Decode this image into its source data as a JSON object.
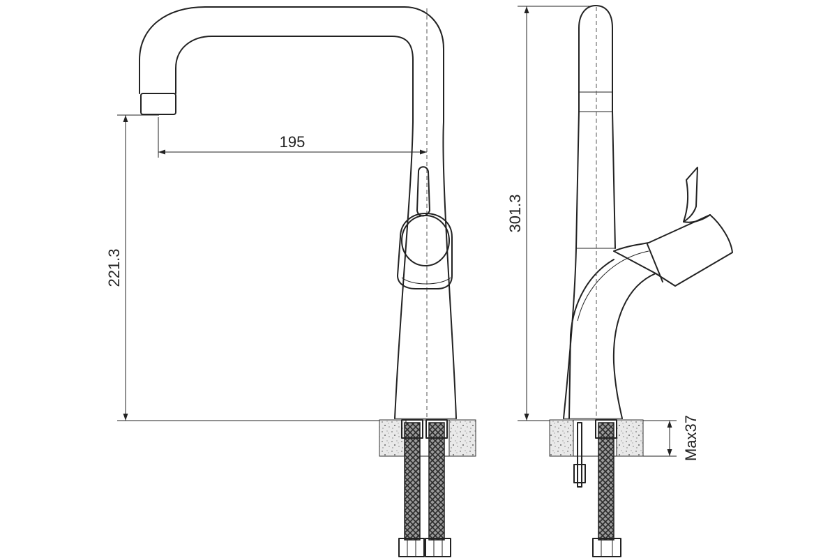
{
  "dimensions": {
    "spout_reach": "195",
    "spout_height": "221.3",
    "overall_height": "301.3",
    "max_countertop": "Max37"
  }
}
